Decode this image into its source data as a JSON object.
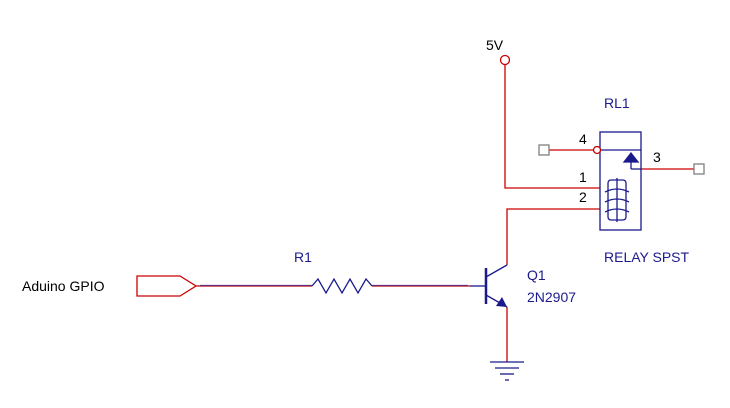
{
  "supply": {
    "label": "5V"
  },
  "relay": {
    "ref": "RL1",
    "value": "RELAY SPST",
    "pins": {
      "p1": "1",
      "p2": "2",
      "p3": "3",
      "p4": "4"
    }
  },
  "resistor": {
    "ref": "R1"
  },
  "transistor": {
    "ref": "Q1",
    "value": "2N2907"
  },
  "input": {
    "label": "Aduino GPIO"
  },
  "colors": {
    "wire": "#cc0000",
    "component": "#1a1a8c",
    "terminal": "#808080",
    "text_blue": "#1a1a8c",
    "text_black": "#000000"
  }
}
